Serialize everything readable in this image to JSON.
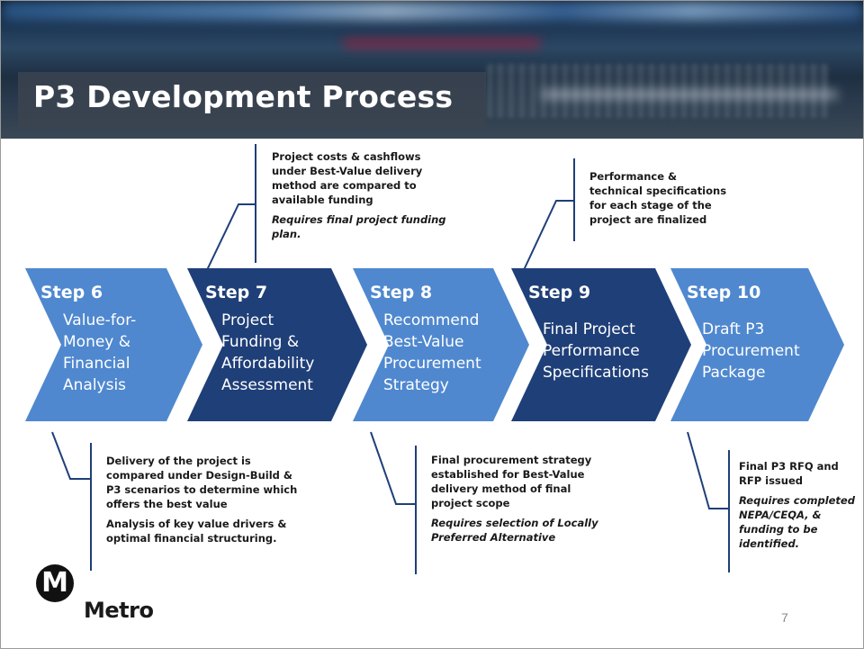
{
  "title": "P3 Development Process",
  "colors": {
    "light_step": "#4f88cf",
    "dark_step": "#1f3f78",
    "connector": "#1f3f78"
  },
  "steps": [
    {
      "label": "Step 6",
      "lines": [
        "Value-for-",
        "Money &",
        "Financial",
        "Analysis"
      ],
      "shade": "light"
    },
    {
      "label": "Step 7",
      "lines": [
        "Project",
        "Funding &",
        "Affordability",
        "Assessment"
      ],
      "shade": "dark"
    },
    {
      "label": "Step 8",
      "lines": [
        "Recommend",
        "Best-Value",
        "Procurement",
        "Strategy"
      ],
      "shade": "light"
    },
    {
      "label": "Step 9",
      "lines": [
        "Final Project",
        "Performance",
        "Specifications"
      ],
      "shade": "dark"
    },
    {
      "label": "Step 10",
      "lines": [
        "Draft P3",
        "Procurement",
        "Package"
      ],
      "shade": "light"
    }
  ],
  "notes": {
    "step7_top": {
      "lines": [
        "Project costs & cashflows",
        "under Best-Value delivery",
        "method are compared to",
        "available funding"
      ],
      "italic": [
        "Requires final project funding",
        "plan."
      ]
    },
    "step9_top": {
      "lines": [
        "Performance &",
        "technical specifications",
        "for each stage of the",
        "project are finalized"
      ]
    },
    "step6_bottom": {
      "lines": [
        "Delivery of the project is",
        "compared under Design-Build &",
        "P3 scenarios to determine which",
        "offers the best value"
      ],
      "lines2": [
        "Analysis of key value drivers &",
        "optimal financial structuring."
      ]
    },
    "step8_bottom": {
      "lines": [
        "Final procurement strategy",
        "established for Best-Value",
        "delivery method of final",
        "project scope"
      ],
      "italic": [
        "Requires  selection of  Locally",
        "Preferred Alternative"
      ]
    },
    "step10_bottom": {
      "lines": [
        "Final P3 RFQ and",
        "RFP issued"
      ],
      "italic": [
        "Requires completed",
        "NEPA/CEQA, &",
        "funding to be",
        "identified."
      ]
    }
  },
  "logo": {
    "letter": "M",
    "text": "Metro"
  },
  "page_number": "7"
}
